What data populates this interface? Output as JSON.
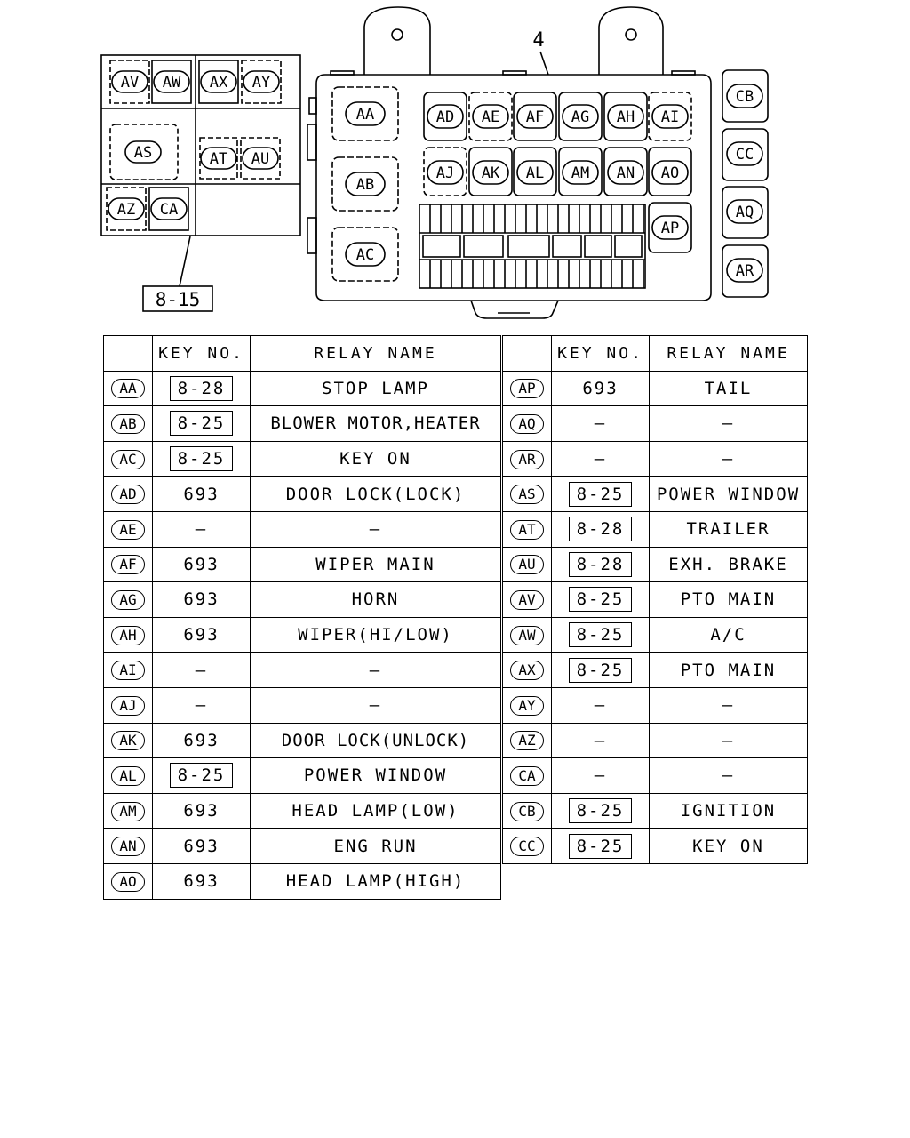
{
  "diagram": {
    "main_block_callout": "4",
    "sub_block_callout": "8-15",
    "sub_block_labels": [
      "AV",
      "AW",
      "AX",
      "AY",
      "AS",
      "AT",
      "AU",
      "AZ",
      "CA"
    ],
    "large_relays": [
      "AA",
      "AB",
      "AC"
    ],
    "row1_relays": [
      "AD",
      "AE",
      "AF",
      "AG",
      "AH",
      "AI"
    ],
    "row2_relays": [
      "AJ",
      "AK",
      "AL",
      "AM",
      "AN",
      "AO"
    ],
    "side_relay": "AP",
    "right_relays": [
      "CB",
      "CC",
      "AQ",
      "AR"
    ]
  },
  "table": {
    "headers": [
      "",
      "KEY NO.",
      "RELAY NAME"
    ],
    "left_rows": [
      {
        "label": "AA",
        "key": "8-28",
        "boxed": true,
        "name": "STOP LAMP"
      },
      {
        "label": "AB",
        "key": "8-25",
        "boxed": true,
        "name": "BLOWER MOTOR,HEATER"
      },
      {
        "label": "AC",
        "key": "8-25",
        "boxed": true,
        "name": "KEY ON"
      },
      {
        "label": "AD",
        "key": "693",
        "boxed": false,
        "name": "DOOR LOCK(LOCK)"
      },
      {
        "label": "AE",
        "key": "—",
        "boxed": false,
        "name": "—"
      },
      {
        "label": "AF",
        "key": "693",
        "boxed": false,
        "name": "WIPER MAIN"
      },
      {
        "label": "AG",
        "key": "693",
        "boxed": false,
        "name": "HORN"
      },
      {
        "label": "AH",
        "key": "693",
        "boxed": false,
        "name": "WIPER(HI/LOW)"
      },
      {
        "label": "AI",
        "key": "—",
        "boxed": false,
        "name": "—"
      },
      {
        "label": "AJ",
        "key": "—",
        "boxed": false,
        "name": "—"
      },
      {
        "label": "AK",
        "key": "693",
        "boxed": false,
        "name": "DOOR LOCK(UNLOCK)"
      },
      {
        "label": "AL",
        "key": "8-25",
        "boxed": true,
        "name": "POWER WINDOW"
      },
      {
        "label": "AM",
        "key": "693",
        "boxed": false,
        "name": "HEAD LAMP(LOW)"
      },
      {
        "label": "AN",
        "key": "693",
        "boxed": false,
        "name": "ENG RUN"
      },
      {
        "label": "AO",
        "key": "693",
        "boxed": false,
        "name": "HEAD LAMP(HIGH)"
      }
    ],
    "right_rows": [
      {
        "label": "AP",
        "key": "693",
        "boxed": false,
        "name": "TAIL"
      },
      {
        "label": "AQ",
        "key": "—",
        "boxed": false,
        "name": "—"
      },
      {
        "label": "AR",
        "key": "—",
        "boxed": false,
        "name": "—"
      },
      {
        "label": "AS",
        "key": "8-25",
        "boxed": true,
        "name": "POWER WINDOW"
      },
      {
        "label": "AT",
        "key": "8-28",
        "boxed": true,
        "name": "TRAILER"
      },
      {
        "label": "AU",
        "key": "8-28",
        "boxed": true,
        "name": "EXH. BRAKE"
      },
      {
        "label": "AV",
        "key": "8-25",
        "boxed": true,
        "name": "PTO MAIN"
      },
      {
        "label": "AW",
        "key": "8-25",
        "boxed": true,
        "name": "A/C"
      },
      {
        "label": "AX",
        "key": "8-25",
        "boxed": true,
        "name": "PTO MAIN"
      },
      {
        "label": "AY",
        "key": "—",
        "boxed": false,
        "name": "—"
      },
      {
        "label": "AZ",
        "key": "—",
        "boxed": false,
        "name": "—"
      },
      {
        "label": "CA",
        "key": "—",
        "boxed": false,
        "name": "—"
      },
      {
        "label": "CB",
        "key": "8-25",
        "boxed": true,
        "name": "IGNITION"
      },
      {
        "label": "CC",
        "key": "8-25",
        "boxed": true,
        "name": "KEY ON"
      }
    ]
  }
}
